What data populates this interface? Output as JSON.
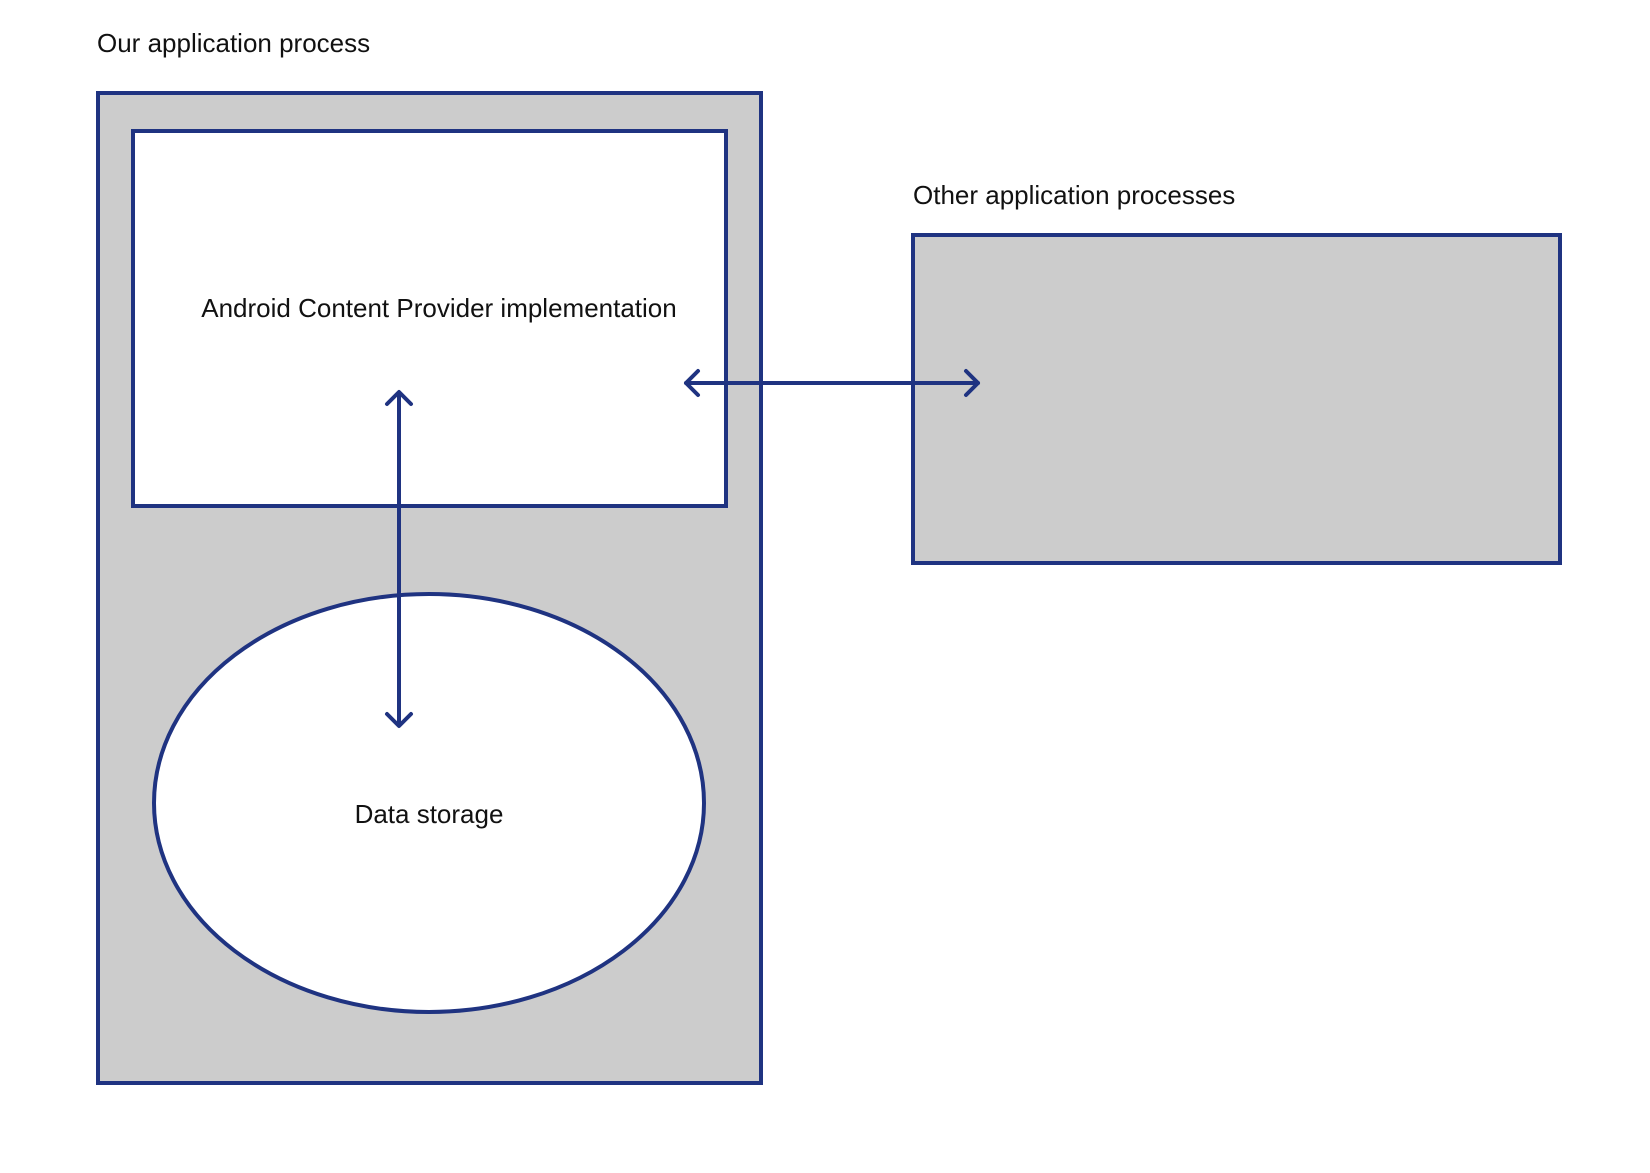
{
  "labels": {
    "our_process": "Our application process",
    "other_processes": "Other application processes",
    "content_provider": "Android Content Provider implementation",
    "data_storage": "Data storage"
  },
  "colors": {
    "stroke": "#1f3381",
    "process_fill": "#cccccc",
    "inner_fill": "#ffffff",
    "text": "#111111"
  }
}
